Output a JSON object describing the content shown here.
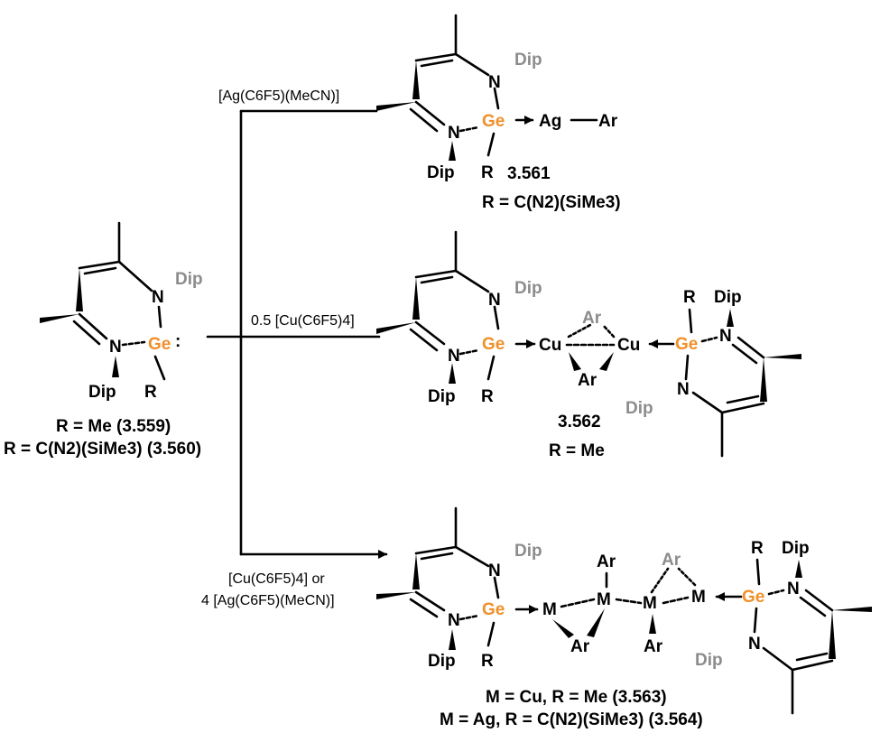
{
  "atoms": {
    "ge": "Ge",
    "n": "N",
    "dip": "Dip",
    "r": "R",
    "ag": "Ag",
    "cu": "Cu",
    "ar": "Ar",
    "m": "M",
    "lone_pair": ":"
  },
  "reagents": {
    "top": "[Ag(C6F5)(MeCN)]",
    "middle": "0.5 [Cu(C6F5)4]",
    "bottom_line1": "[Cu(C6F5)4] or",
    "bottom_line2": "4 [Ag(C6F5)(MeCN)]"
  },
  "start_material": {
    "line1": "R = Me (3.559)",
    "line2": "R = C(N2)(SiMe3) (3.560)"
  },
  "product_3561": {
    "number": "3.561",
    "r_def": "R = C(N2)(SiMe3)"
  },
  "product_3562": {
    "number": "3.562",
    "r_def": "R = Me"
  },
  "product_3563_3564": {
    "line1": "M = Cu, R = Me (3.563)",
    "line2": "M = Ag, R = C(N2)(SiMe3) (3.564)"
  },
  "colors": {
    "germanium": "#f0902a",
    "dip_label": "#8c8c8c",
    "bond": "#000000"
  }
}
